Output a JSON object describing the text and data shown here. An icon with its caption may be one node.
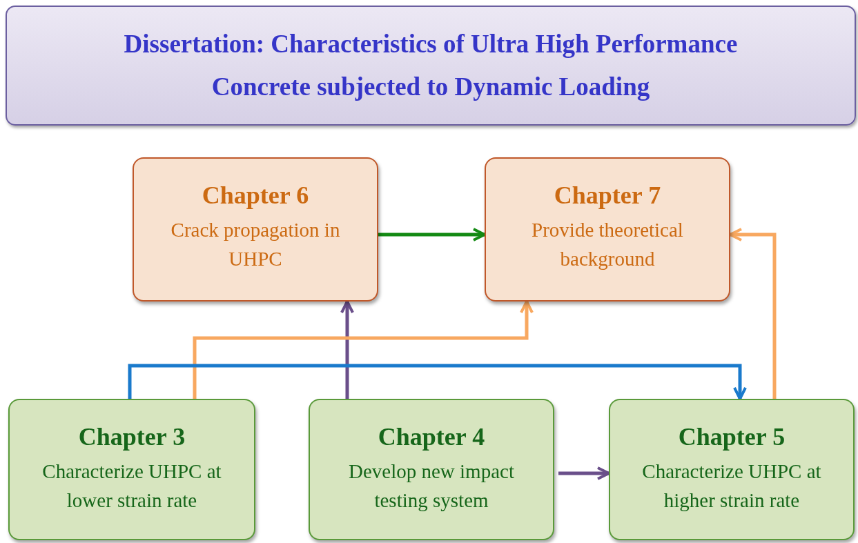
{
  "diagram": {
    "title": "Dissertation: Characteristics of Ultra High Performance Concrete subjected to Dynamic Loading",
    "nodes": [
      {
        "text": [
          "Chapter 6",
          "Crack propagation in UHPC"
        ]
      },
      {
        "text": [
          "Chapter 7",
          "Provide theoretical background"
        ]
      },
      {
        "text": [
          "Chapter 3",
          "Characterize UHPC at lower strain rate"
        ]
      },
      {
        "text": [
          "Chapter 4",
          "Develop new impact testing system"
        ]
      },
      {
        "text": [
          "Chapter 5",
          "Characterize UHPC at higher strain rate"
        ]
      }
    ],
    "edges": [
      {
        "from": 0,
        "to": 1,
        "arrow": "to",
        "color": "#138a13"
      },
      {
        "from": 3,
        "to": 0,
        "arrow": "to",
        "color": "#6a4f8a"
      },
      {
        "from": 2,
        "to": 1,
        "arrow": "to",
        "color": "#f8a860"
      },
      {
        "from": 2,
        "to": 4,
        "arrow": "to",
        "color": "#1a7acc"
      },
      {
        "from": 4,
        "to": 1,
        "arrow": "to",
        "color": "#f8a860"
      },
      {
        "from": 3,
        "to": 4,
        "arrow": "to",
        "color": "#6a4f8a"
      }
    ]
  }
}
